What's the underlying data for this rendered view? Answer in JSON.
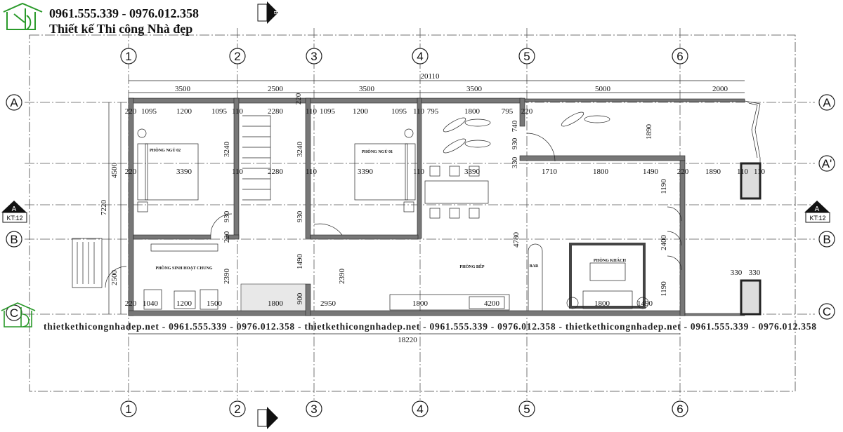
{
  "header": {
    "phones": "0961.555.339 - 0976.012.358",
    "slogan": "Thiết kế Thi công Nhà đẹp",
    "logo_color": "#2a9a2a"
  },
  "watermark": "thietkethicongnhadep.net - 0961.555.339 - 0976.012.358 - thietkethicongnhadep.net - 0961.555.339 - 0976.012.358 - thietkethicongnhadep.net - 0961.555.339 - 0976.012.358",
  "grid": {
    "columns": [
      "1",
      "2",
      "3",
      "4",
      "5",
      "6"
    ],
    "rows": [
      "A",
      "A'",
      "B",
      "C"
    ]
  },
  "section": {
    "label": "A",
    "sheet": "KT:12",
    "label_b": "B"
  },
  "rooms": [
    "PHÒNG NGỦ 02",
    "PHÒNG NGỦ 01",
    "PHÒNG SINH HOẠT CHUNG",
    "PHÒNG BẾP",
    "BAR",
    "PHÒNG KHÁCH"
  ],
  "dims": {
    "overall_top": "20110",
    "overall_bottom": "18220",
    "top": [
      "3500",
      "2500",
      "3500",
      "3500",
      "5000",
      "2000"
    ],
    "row1": [
      "220",
      "1095",
      "1200",
      "1095",
      "110",
      "2280",
      "110",
      "1095",
      "1200",
      "1095",
      "110",
      "795",
      "1800",
      "795",
      "220"
    ],
    "row2": [
      "220",
      "3390",
      "110",
      "2280",
      "110",
      "3390",
      "110",
      "3390",
      "1710",
      "1800",
      "1490",
      "220",
      "1890",
      "110",
      "110"
    ],
    "row3": [
      "220",
      "1040",
      "1200",
      "1500",
      "1800",
      "2950",
      "1800",
      "4200",
      "1800",
      "1490"
    ],
    "vertical": [
      "4500",
      "7220",
      "2500",
      "3240",
      "3240",
      "930",
      "930",
      "2390",
      "1490",
      "2390",
      "930",
      "330",
      "740",
      "1890",
      "4780",
      "2400",
      "1190",
      "1190",
      "220",
      "900",
      "220"
    ],
    "small": [
      "330",
      "330"
    ]
  }
}
